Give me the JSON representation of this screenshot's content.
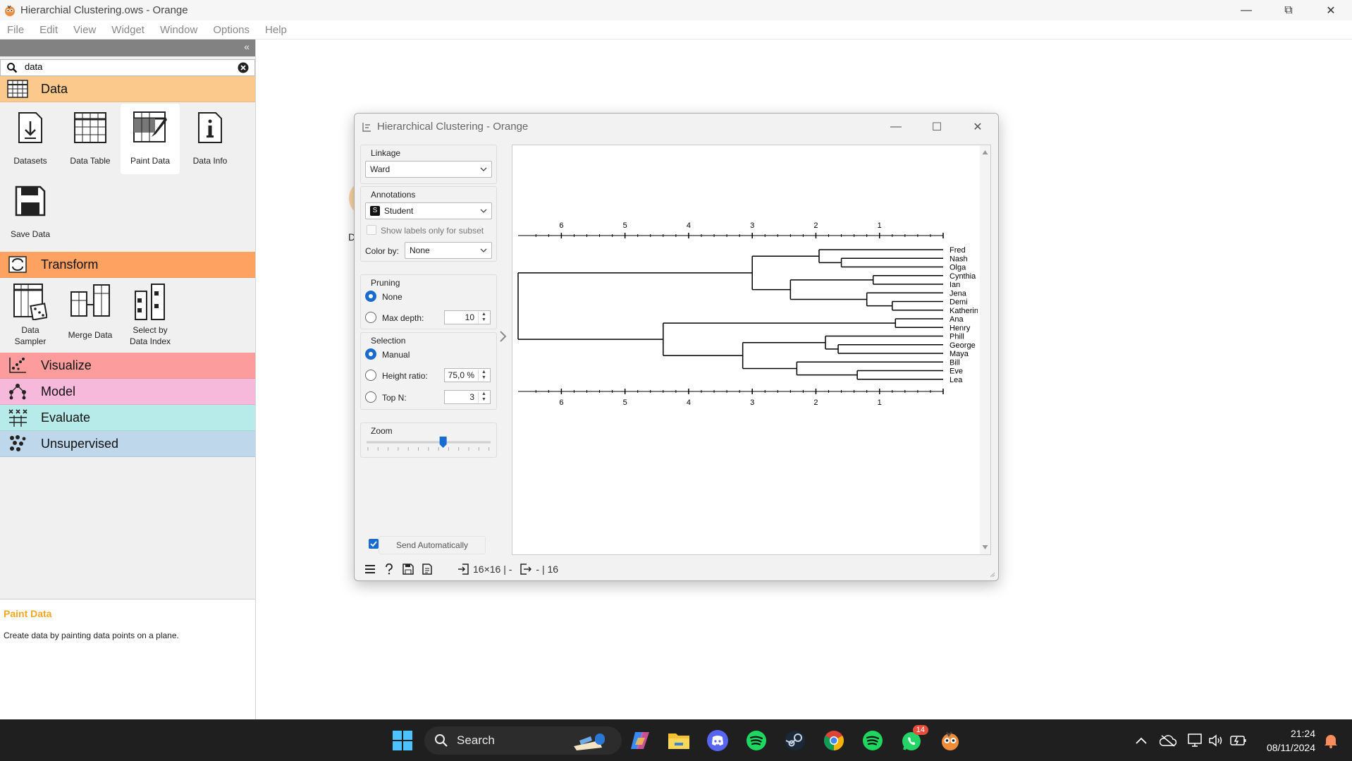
{
  "app": {
    "title": "Hierarchial Clustering.ows - Orange",
    "menu": [
      "File",
      "Edit",
      "View",
      "Widget",
      "Window",
      "Options",
      "Help"
    ]
  },
  "dock": {
    "search_value": "data",
    "categories": {
      "data": "Data",
      "transform": "Transform",
      "visualize": "Visualize",
      "model": "Model",
      "evaluate": "Evaluate",
      "unsupervised": "Unsupervised"
    },
    "data_widgets": [
      "Datasets",
      "Data Table",
      "Paint Data",
      "Data Info",
      "Save Data"
    ],
    "transform_widgets": [
      "Data\nSampler",
      "Merge Data",
      "Select by\nData Index"
    ],
    "description": {
      "title": "Paint Data",
      "text": "Create data by painting data points on a plane."
    }
  },
  "canvas": {
    "node_label": "D"
  },
  "window": {
    "title": "Hierarchical Clustering - Orange",
    "linkage": {
      "header": "Linkage",
      "value": "Ward"
    },
    "annotations": {
      "header": "Annotations",
      "value": "Student",
      "show_labels_label": "Show labels only for subset",
      "color_by_label": "Color by:",
      "color_by_value": "None"
    },
    "pruning": {
      "header": "Pruning",
      "none_label": "None",
      "max_depth_label": "Max depth:",
      "max_depth_value": "10"
    },
    "selection": {
      "header": "Selection",
      "manual_label": "Manual",
      "height_ratio_label": "Height ratio:",
      "height_ratio_value": "75,0 %",
      "top_n_label": "Top N:",
      "top_n_value": "3"
    },
    "zoom": {
      "header": "Zoom",
      "level": 0.62
    },
    "send_auto_label": "Send Automatically",
    "status": {
      "input": "16×16 | -",
      "output": "- | 16"
    }
  },
  "chart_data": {
    "type": "dendrogram",
    "axis_ticks": [
      6,
      5,
      4,
      3,
      2,
      1
    ],
    "xlim": [
      0,
      6.68
    ],
    "leaves": [
      "Fred",
      "Nash",
      "Olga",
      "Cynthia",
      "Ian",
      "Jena",
      "Demi",
      "Katherine",
      "Ana",
      "Henry",
      "Phill",
      "George",
      "Maya",
      "Bill",
      "Eve",
      "Lea"
    ],
    "merges": [
      {
        "children": [
          "Cynthia",
          "Ian"
        ],
        "height": 1.1
      },
      {
        "children": [
          "Demi",
          "Katherine"
        ],
        "height": 0.8
      },
      {
        "children": [
          "Jena",
          "Demi+Katherine"
        ],
        "height": 1.2
      },
      {
        "children": [
          "Cynthia+Ian",
          "Jena+Demi+Katherine"
        ],
        "height": 2.4
      },
      {
        "children": [
          "Nash",
          "Olga"
        ],
        "height": 1.6
      },
      {
        "children": [
          "Fred",
          "Nash+Olga"
        ],
        "height": 1.95
      },
      {
        "children": [
          "Fred group",
          "Cynthia group"
        ],
        "height": 3.0
      },
      {
        "children": [
          "Ana",
          "Henry"
        ],
        "height": 0.75
      },
      {
        "children": [
          "George",
          "Maya"
        ],
        "height": 1.65
      },
      {
        "children": [
          "Phill",
          "George+Maya"
        ],
        "height": 1.85
      },
      {
        "children": [
          "Eve",
          "Lea"
        ],
        "height": 1.35
      },
      {
        "children": [
          "Bill",
          "Eve+Lea"
        ],
        "height": 2.3
      },
      {
        "children": [
          "Phill group",
          "Bill group"
        ],
        "height": 3.15
      },
      {
        "children": [
          "Ana+Henry",
          "Phill+Bill group"
        ],
        "height": 4.4
      },
      {
        "children": [
          "top cluster",
          "bottom cluster"
        ],
        "height": 6.68
      }
    ]
  },
  "taskbar": {
    "search_label": "Search",
    "whatsapp_badge": "14",
    "time": "21:24",
    "date": "08/11/2024"
  }
}
